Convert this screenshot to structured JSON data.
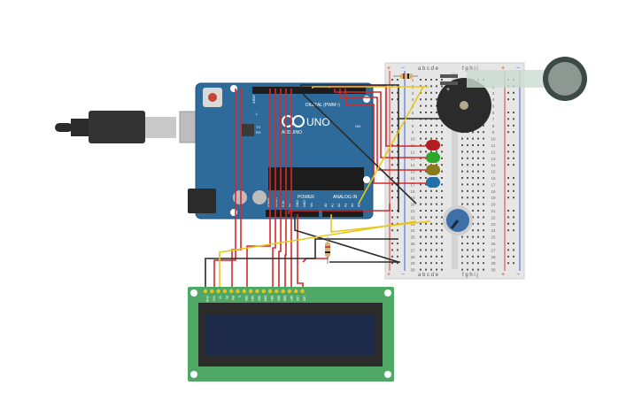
{
  "colors": {
    "background": "#ffffff",
    "arduino_board": "#2f6b9a",
    "arduino_edge": "#245578",
    "breadboard": "#e6e6e6",
    "rail_red": "#d93a3a",
    "rail_blue": "#3a5fd9",
    "wire_red": "#d62828",
    "wire_black": "#2b2b2b",
    "wire_yellow": "#e8c619",
    "lcd_pcb": "#4fa865",
    "lcd_screen": "#1d2a4a",
    "led_red": "#b21e1e",
    "led_green": "#2aa82a",
    "led_yellow": "#8a7a1a",
    "led_blue": "#1f6fa8",
    "buzzer": "#2b2b2b",
    "pot": "#3d6fa8",
    "fsr_ring": "#3b4a46",
    "fsr_center": "#8e9892"
  },
  "arduino": {
    "brand": "ARDUINO",
    "model": "UNO",
    "digital_label": "DIGITAL (PWM~)",
    "power_label": "POWER",
    "analog_label": "ANALOG IN",
    "tx_label": "TX",
    "rx_label": "RX",
    "l_label": "L",
    "on_label": "ON",
    "aref_label": "AREF",
    "power_pins": [
      "IOREF",
      "RESET",
      "3.3V",
      "5V",
      "GND",
      "GND",
      "Vin"
    ],
    "analog_pins": [
      "A0",
      "A1",
      "A2",
      "A3",
      "A4",
      "A5"
    ]
  },
  "breadboard": {
    "plus_label": "+",
    "minus_label": "−",
    "left_cols": "a b c d e",
    "right_cols": "f g h i j",
    "row_numbers": [
      "1",
      "5",
      "10",
      "15",
      "20",
      "25",
      "30"
    ],
    "side_rows": [
      "1",
      "2",
      "3",
      "4",
      "5",
      "6",
      "7",
      "8",
      "9",
      "10",
      "11",
      "12",
      "13",
      "14",
      "15",
      "16",
      "17",
      "18",
      "19",
      "20",
      "21",
      "22",
      "23",
      "24",
      "25",
      "26",
      "27",
      "28",
      "29",
      "30"
    ]
  },
  "buzzer": {
    "plus": "+"
  },
  "lcd": {
    "pins": [
      "GND",
      "VCC",
      "V0",
      "RS",
      "RW",
      "E",
      "DB0",
      "DB1",
      "DB2",
      "DB3",
      "DB4",
      "DB5",
      "DB6",
      "DB7",
      "LED",
      "LED"
    ]
  }
}
